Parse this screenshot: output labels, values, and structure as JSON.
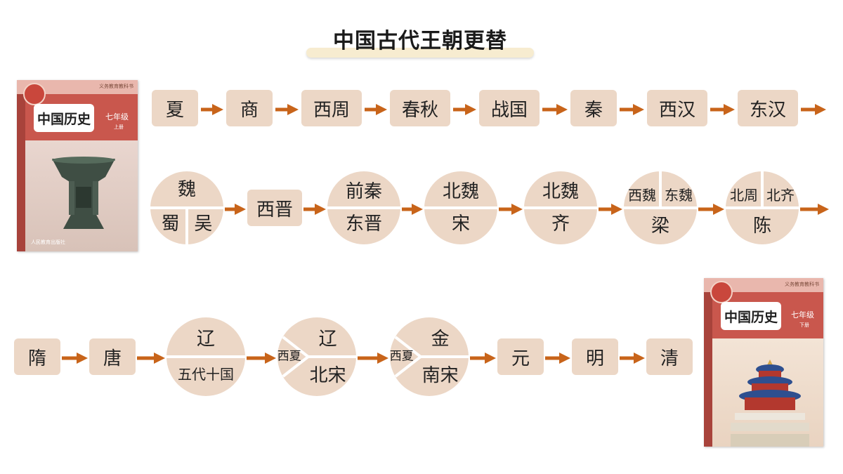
{
  "title": "中国古代王朝更替",
  "colors": {
    "box_fill": "#ecd7c6",
    "arrow": "#c8641a",
    "divider": "#ffffff",
    "cover_red": "#c9574d"
  },
  "row1": [
    {
      "type": "box",
      "label": "夏"
    },
    {
      "type": "box",
      "label": "商"
    },
    {
      "type": "box",
      "label": "西周"
    },
    {
      "type": "box",
      "label": "春秋"
    },
    {
      "type": "box",
      "label": "战国"
    },
    {
      "type": "box",
      "label": "秦"
    },
    {
      "type": "box",
      "label": "西汉"
    },
    {
      "type": "box",
      "label": "东汉"
    }
  ],
  "row2": [
    {
      "type": "split",
      "top": "魏",
      "bottom_left": "蜀",
      "bottom_right": "吴"
    },
    {
      "type": "box",
      "label": "西晋"
    },
    {
      "type": "halves",
      "top": "前秦",
      "bottom": "东晋"
    },
    {
      "type": "halves",
      "top": "北魏",
      "bottom": "宋"
    },
    {
      "type": "halves",
      "top": "北魏",
      "bottom": "齐"
    },
    {
      "type": "split_top",
      "top_left": "西魏",
      "top_right": "东魏",
      "bottom": "梁"
    },
    {
      "type": "split_top",
      "top_left": "北周",
      "top_right": "北齐",
      "bottom": "陈"
    }
  ],
  "row3": [
    {
      "type": "box",
      "label": "隋"
    },
    {
      "type": "box",
      "label": "唐"
    },
    {
      "type": "halves",
      "top": "辽",
      "bottom": "五代十国"
    },
    {
      "type": "wedge",
      "side": "西夏",
      "top": "辽",
      "bottom": "北宋"
    },
    {
      "type": "wedge",
      "side": "西夏",
      "top": "金",
      "bottom": "南宋"
    },
    {
      "type": "box",
      "label": "元"
    },
    {
      "type": "box",
      "label": "明"
    },
    {
      "type": "box",
      "label": "清"
    }
  ],
  "book1": {
    "name": "中国历史",
    "grade": "七年级",
    "volume": "上册",
    "series": "义务教育教科书",
    "publisher": "人民教育出版社",
    "image": "bronze-vessel"
  },
  "book2": {
    "name": "中国历史",
    "grade": "七年级",
    "volume": "下册",
    "series": "义务教育教科书",
    "image": "temple-of-heaven"
  }
}
